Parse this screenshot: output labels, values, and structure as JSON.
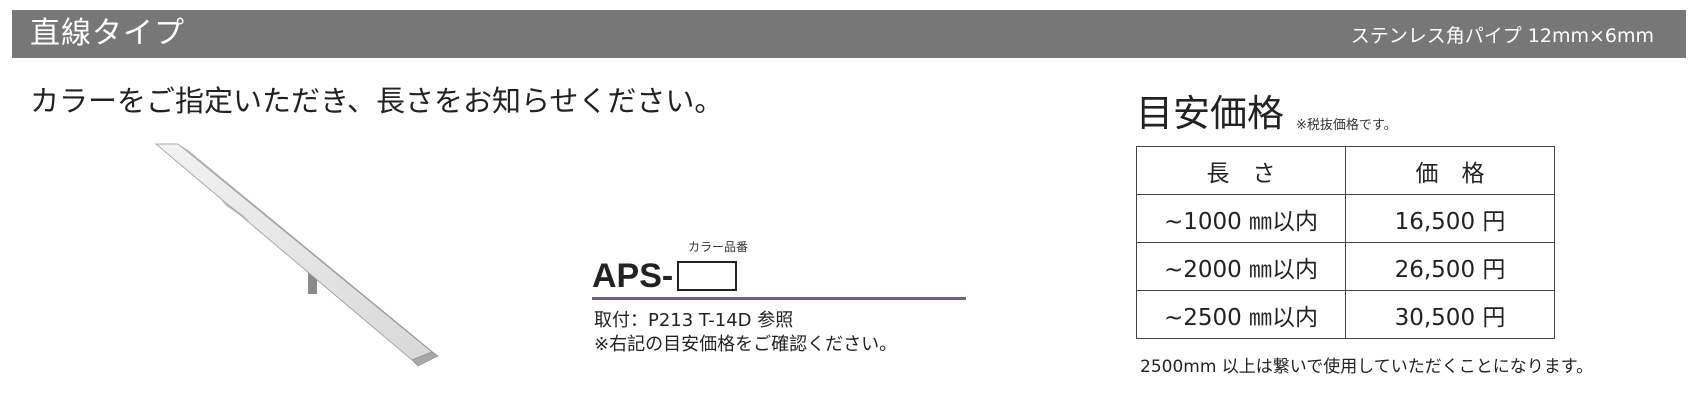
{
  "header": {
    "title": "直線タイプ",
    "subtitle": "ステンレス角パイプ  12mm×6mm"
  },
  "instruction": "カラーをご指定いただき、長さをお知らせください。",
  "product": {
    "color_label": "カラー品番",
    "code_prefix": "APS-",
    "mount_note": "取付：P213 T-14D 参照",
    "price_note": "※右記の目安価格をご確認ください。"
  },
  "price_table": {
    "title": "目安価格",
    "note": "※税抜価格です。",
    "headers": [
      "長　さ",
      "価　格"
    ],
    "rows": [
      {
        "length": "~1000 ㎜以内",
        "price": "16,500 円"
      },
      {
        "length": "~2000 ㎜以内",
        "price": "26,500 円"
      },
      {
        "length": "~2500 ㎜以内",
        "price": "30,500 円"
      }
    ],
    "footnote": "2500mm 以上は繋いで使用していただくことになります。"
  },
  "colors": {
    "header_bg": "#777777",
    "accent_rule": "#7a5a90"
  }
}
